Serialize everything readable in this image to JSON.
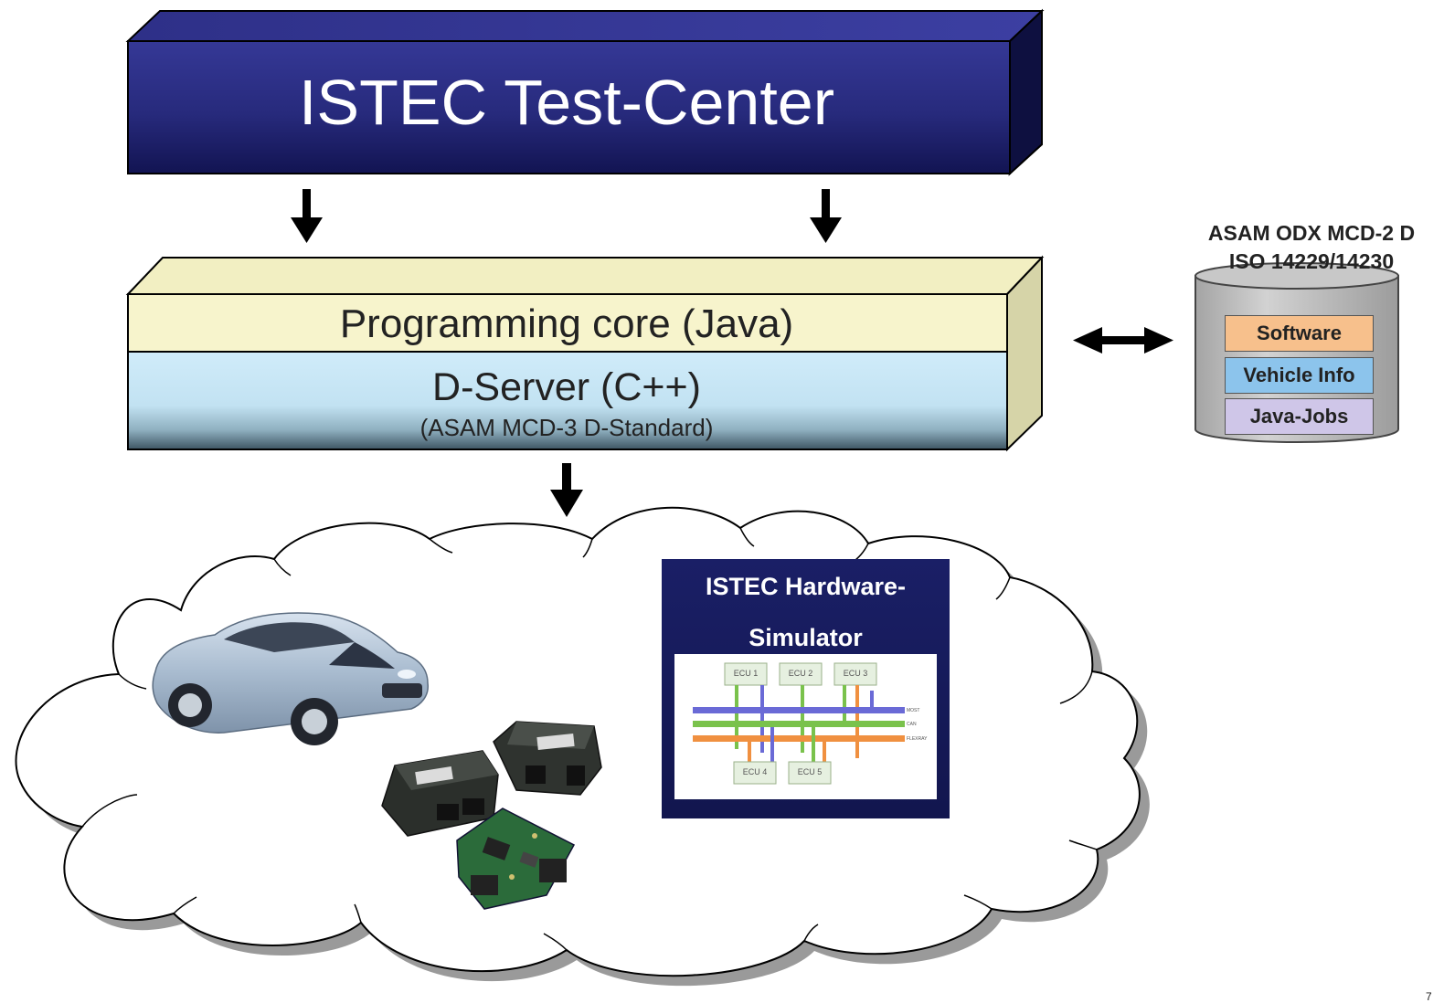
{
  "test_center": {
    "title": "ISTEC Test-Center"
  },
  "core": {
    "programming_label": "Programming core (Java)",
    "dserver_label": "D-Server (C++)",
    "dserver_subtitle": "(ASAM MCD-3 D-Standard)"
  },
  "database": {
    "header_line1": "ASAM ODX MCD-2 D",
    "header_line2": "ISO 14229/14230",
    "items": [
      "Software",
      "Vehicle Info",
      "Java-Jobs"
    ]
  },
  "simulator": {
    "title_line1": "ISTEC Hardware-",
    "title_line2": "Simulator",
    "ecus": [
      "ECU 1",
      "ECU 2",
      "ECU 3",
      "ECU 4",
      "ECU 5"
    ],
    "buses": [
      "MOST",
      "CAN",
      "FLEXRAY"
    ]
  },
  "page_mark": "7",
  "colors": {
    "title_bar": "#2a2c84",
    "programming_core": "#f6f3c7",
    "dserver": "#c6e6f6",
    "cloud_fill": "#ffffff",
    "cloud_shadow": "#9a9a9a",
    "simulator_panel": "#181c60",
    "software": "#f7c08c",
    "vehicle_info": "#8cc4ec",
    "java_jobs": "#cfc6e8",
    "most_bus": "#6a6ad6",
    "can_bus": "#7ac24c",
    "flexray_bus": "#f09040"
  }
}
